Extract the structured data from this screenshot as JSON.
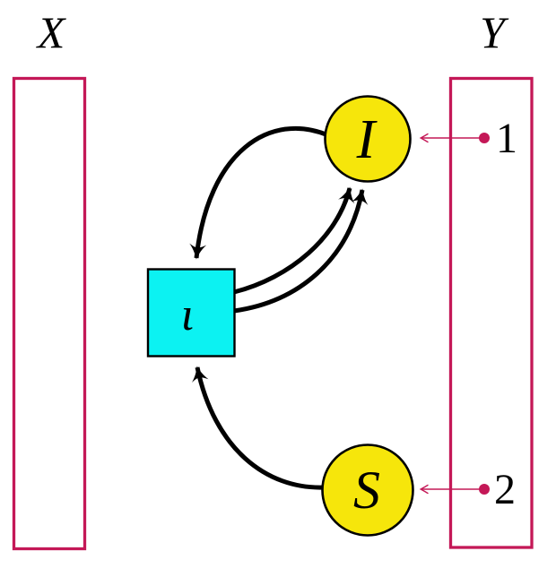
{
  "diagram": {
    "domain_label": "X",
    "codomain_label": "Y",
    "node_I_label": "I",
    "node_S_label": "S",
    "node_iota_label": "ι",
    "point_1_label": "1",
    "point_2_label": "2"
  },
  "colors": {
    "magenta": "#C41857",
    "yellow": "#F6E60B",
    "cyan": "#0CF2F2",
    "black": "#000000",
    "background": "#FFFFFF"
  }
}
